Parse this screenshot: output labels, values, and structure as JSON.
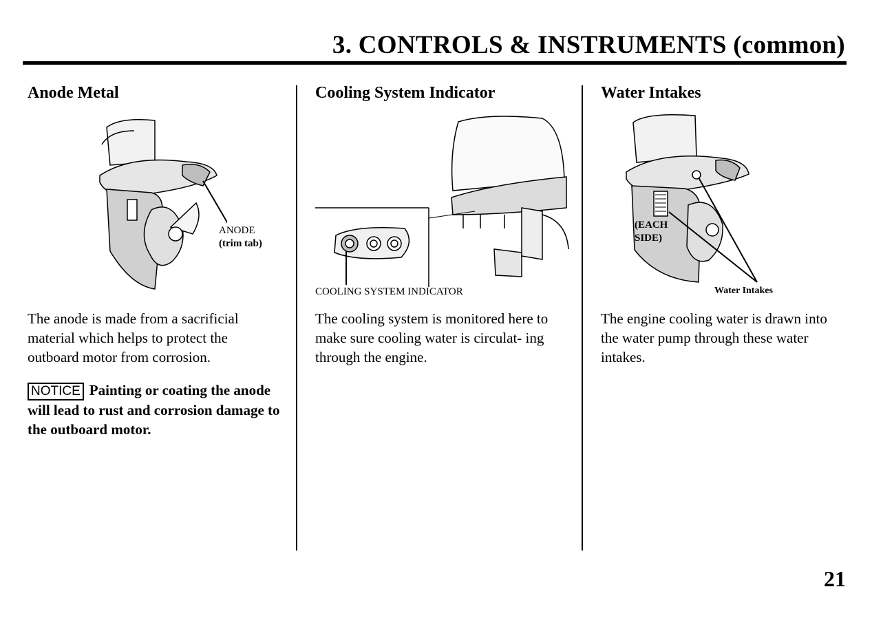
{
  "header": {
    "title": "3. CONTROLS & INSTRUMENTS (common)"
  },
  "columns": [
    {
      "heading": "Anode Metal",
      "callouts": [
        "ANODE",
        "(trim tab)"
      ],
      "body": "The anode is made from a sacrificial material which helps to protect the outboard motor from corrosion.",
      "notice": {
        "badge": "NOTICE",
        "text": "Painting or coating the anode will lead to rust and corrosion damage to the outboard motor."
      }
    },
    {
      "heading": "Cooling System Indicator",
      "callouts": [
        "COOLING SYSTEM INDICATOR"
      ],
      "body": "The cooling system is monitored here to make sure cooling water is circulat- ing through the engine."
    },
    {
      "heading": "Water Intakes",
      "callouts": [
        "(EACH",
        "SIDE)",
        "Water Intakes"
      ],
      "body": "The engine cooling water is drawn into the water pump through these water intakes."
    }
  ],
  "page_number": "21"
}
